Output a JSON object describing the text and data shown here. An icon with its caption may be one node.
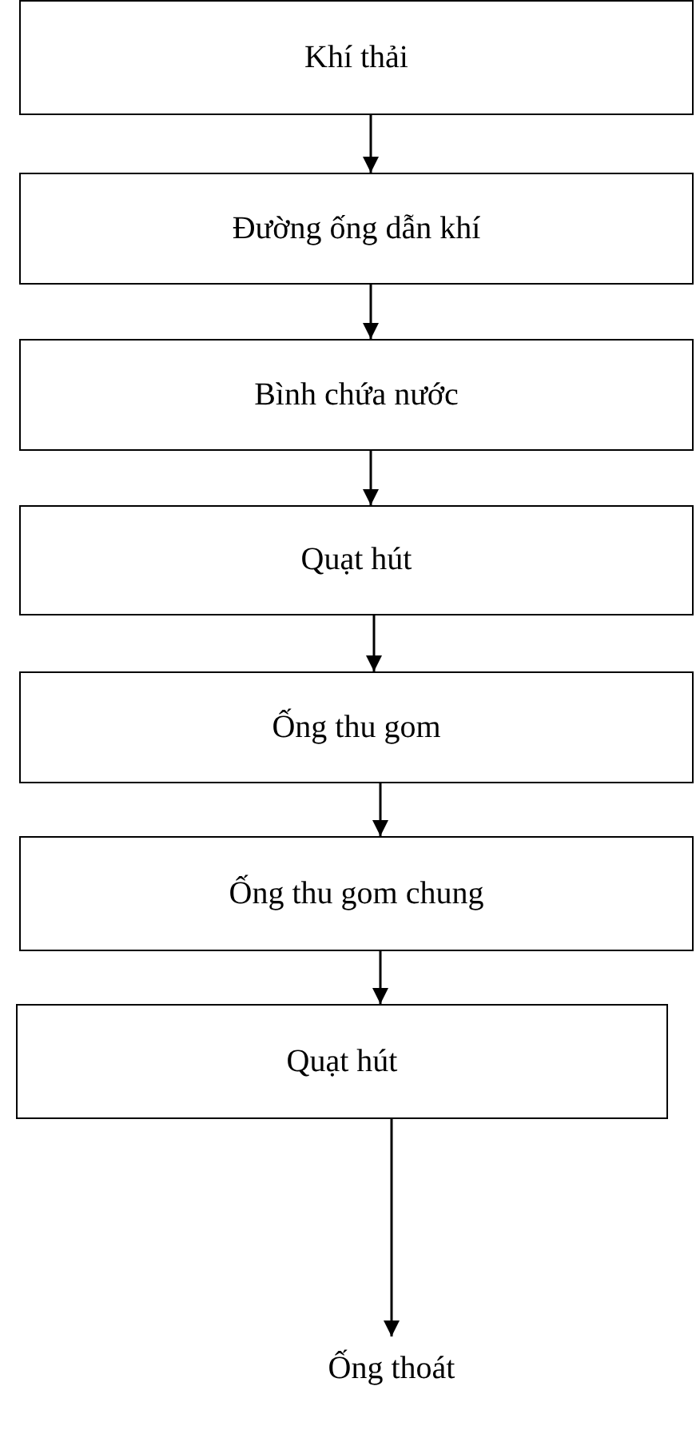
{
  "diagram": {
    "nodes": [
      {
        "text": [
          "Khí thải"
        ]
      },
      {
        "text": [
          "Đường ống dẫn khí"
        ]
      },
      {
        "text": [
          "Bình chứa nước"
        ]
      },
      {
        "text": [
          "Quạt hút"
        ]
      },
      {
        "text": [
          "Ống thu gom"
        ]
      },
      {
        "text": [
          "Ống thu gom chung"
        ]
      },
      {
        "text": [
          "Quạt hút"
        ]
      },
      {
        "text": [
          "Ống thoát"
        ]
      }
    ],
    "edges": [
      {
        "from": 0,
        "to": 1,
        "arrow": "to"
      },
      {
        "from": 1,
        "to": 2,
        "arrow": "to"
      },
      {
        "from": 2,
        "to": 3,
        "arrow": "to"
      },
      {
        "from": 3,
        "to": 4,
        "arrow": "to"
      },
      {
        "from": 4,
        "to": 5,
        "arrow": "to"
      },
      {
        "from": 5,
        "to": 6,
        "arrow": "to"
      },
      {
        "from": 6,
        "to": 7,
        "arrow": "to"
      }
    ]
  }
}
